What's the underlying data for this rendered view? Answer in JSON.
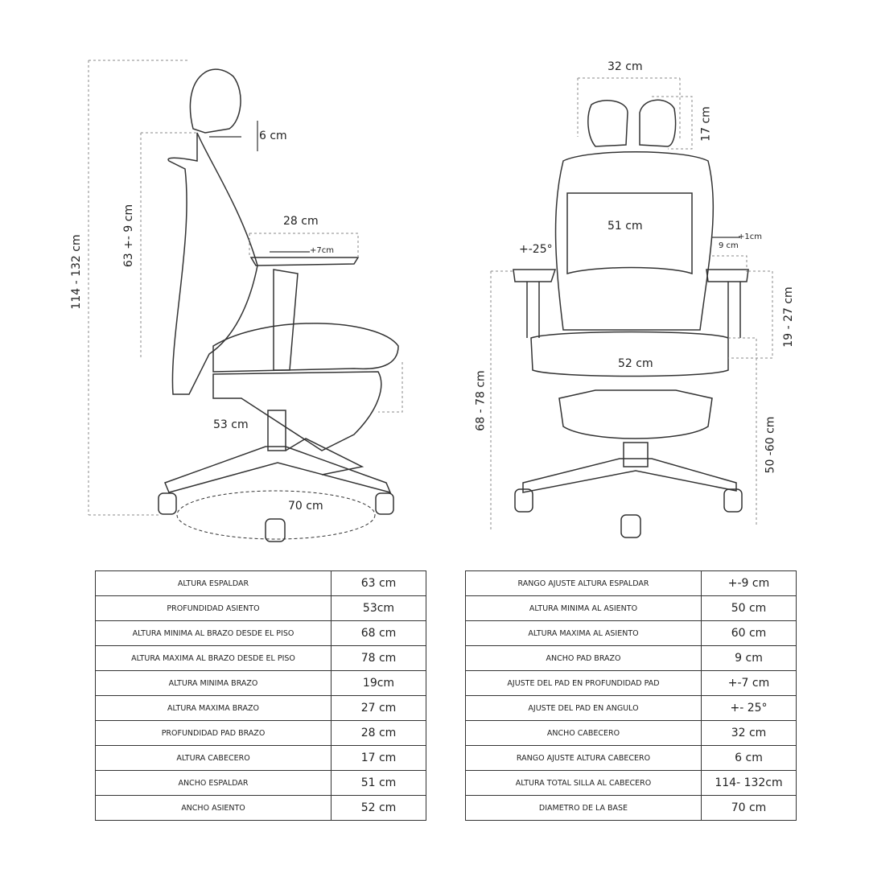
{
  "side_view": {
    "total_height": "114 - 132 cm",
    "backrest_height": "63 +- 9 cm",
    "headrest_adjust": "6  cm",
    "armpad_depth": "28 cm",
    "armpad_slide": "+7cm",
    "seat_depth": "53 cm",
    "base_diameter": "70 cm"
  },
  "front_view": {
    "headrest_width": "32 cm",
    "headrest_height": "17 cm",
    "backrest_width": "51 cm",
    "armpad_angle": "+-25°",
    "armpad_width_adjust": "+1cm",
    "armpad_width": "9 cm",
    "arm_height": "19 - 27 cm",
    "seat_width": "52 cm",
    "arm_floor_height": "68 - 78 cm",
    "seat_height": "50 -60 cm"
  },
  "table_left": [
    {
      "label": "ALTURA ESPALDAR",
      "value": "63 cm"
    },
    {
      "label": "PROFUNDIDAD ASIENTO",
      "value": "53cm"
    },
    {
      "label": "ALTURA MINIMA AL BRAZO DESDE EL PISO",
      "value": "68 cm"
    },
    {
      "label": "ALTURA MAXIMA  AL BRAZO DESDE EL PISO",
      "value": "78 cm"
    },
    {
      "label": "ALTURA MINIMA BRAZO",
      "value": "19cm"
    },
    {
      "label": "ALTURA MAXIMA BRAZO",
      "value": "27 cm"
    },
    {
      "label": "PROFUNDIDAD PAD BRAZO",
      "value": "28 cm"
    },
    {
      "label": "ALTURA CABECERO",
      "value": "17 cm"
    },
    {
      "label": "ANCHO ESPALDAR",
      "value": "51 cm"
    },
    {
      "label": "ANCHO ASIENTO",
      "value": "52 cm"
    }
  ],
  "table_right": [
    {
      "label": "RANGO AJUSTE ALTURA ESPALDAR",
      "value": "+-9 cm"
    },
    {
      "label": "ALTURA MINIMA AL ASIENTO",
      "value": "50 cm"
    },
    {
      "label": "ALTURA MAXIMA AL ASIENTO",
      "value": "60 cm"
    },
    {
      "label": "ANCHO PAD BRAZO",
      "value": "9 cm"
    },
    {
      "label": "AJUSTE DEL PAD EN PROFUNDIDAD PAD",
      "value": "+-7 cm"
    },
    {
      "label": "AJUSTE DEL PAD EN ANGULO",
      "value": "+- 25°"
    },
    {
      "label": "ANCHO CABECERO",
      "value": "32 cm"
    },
    {
      "label": "RANGO AJUSTE ALTURA CABECERO",
      "value": "6 cm"
    },
    {
      "label": "ALTURA TOTAL SILLA AL CABECERO",
      "value": "114- 132cm"
    },
    {
      "label": "DIAMETRO DE LA BASE",
      "value": "70 cm"
    }
  ]
}
